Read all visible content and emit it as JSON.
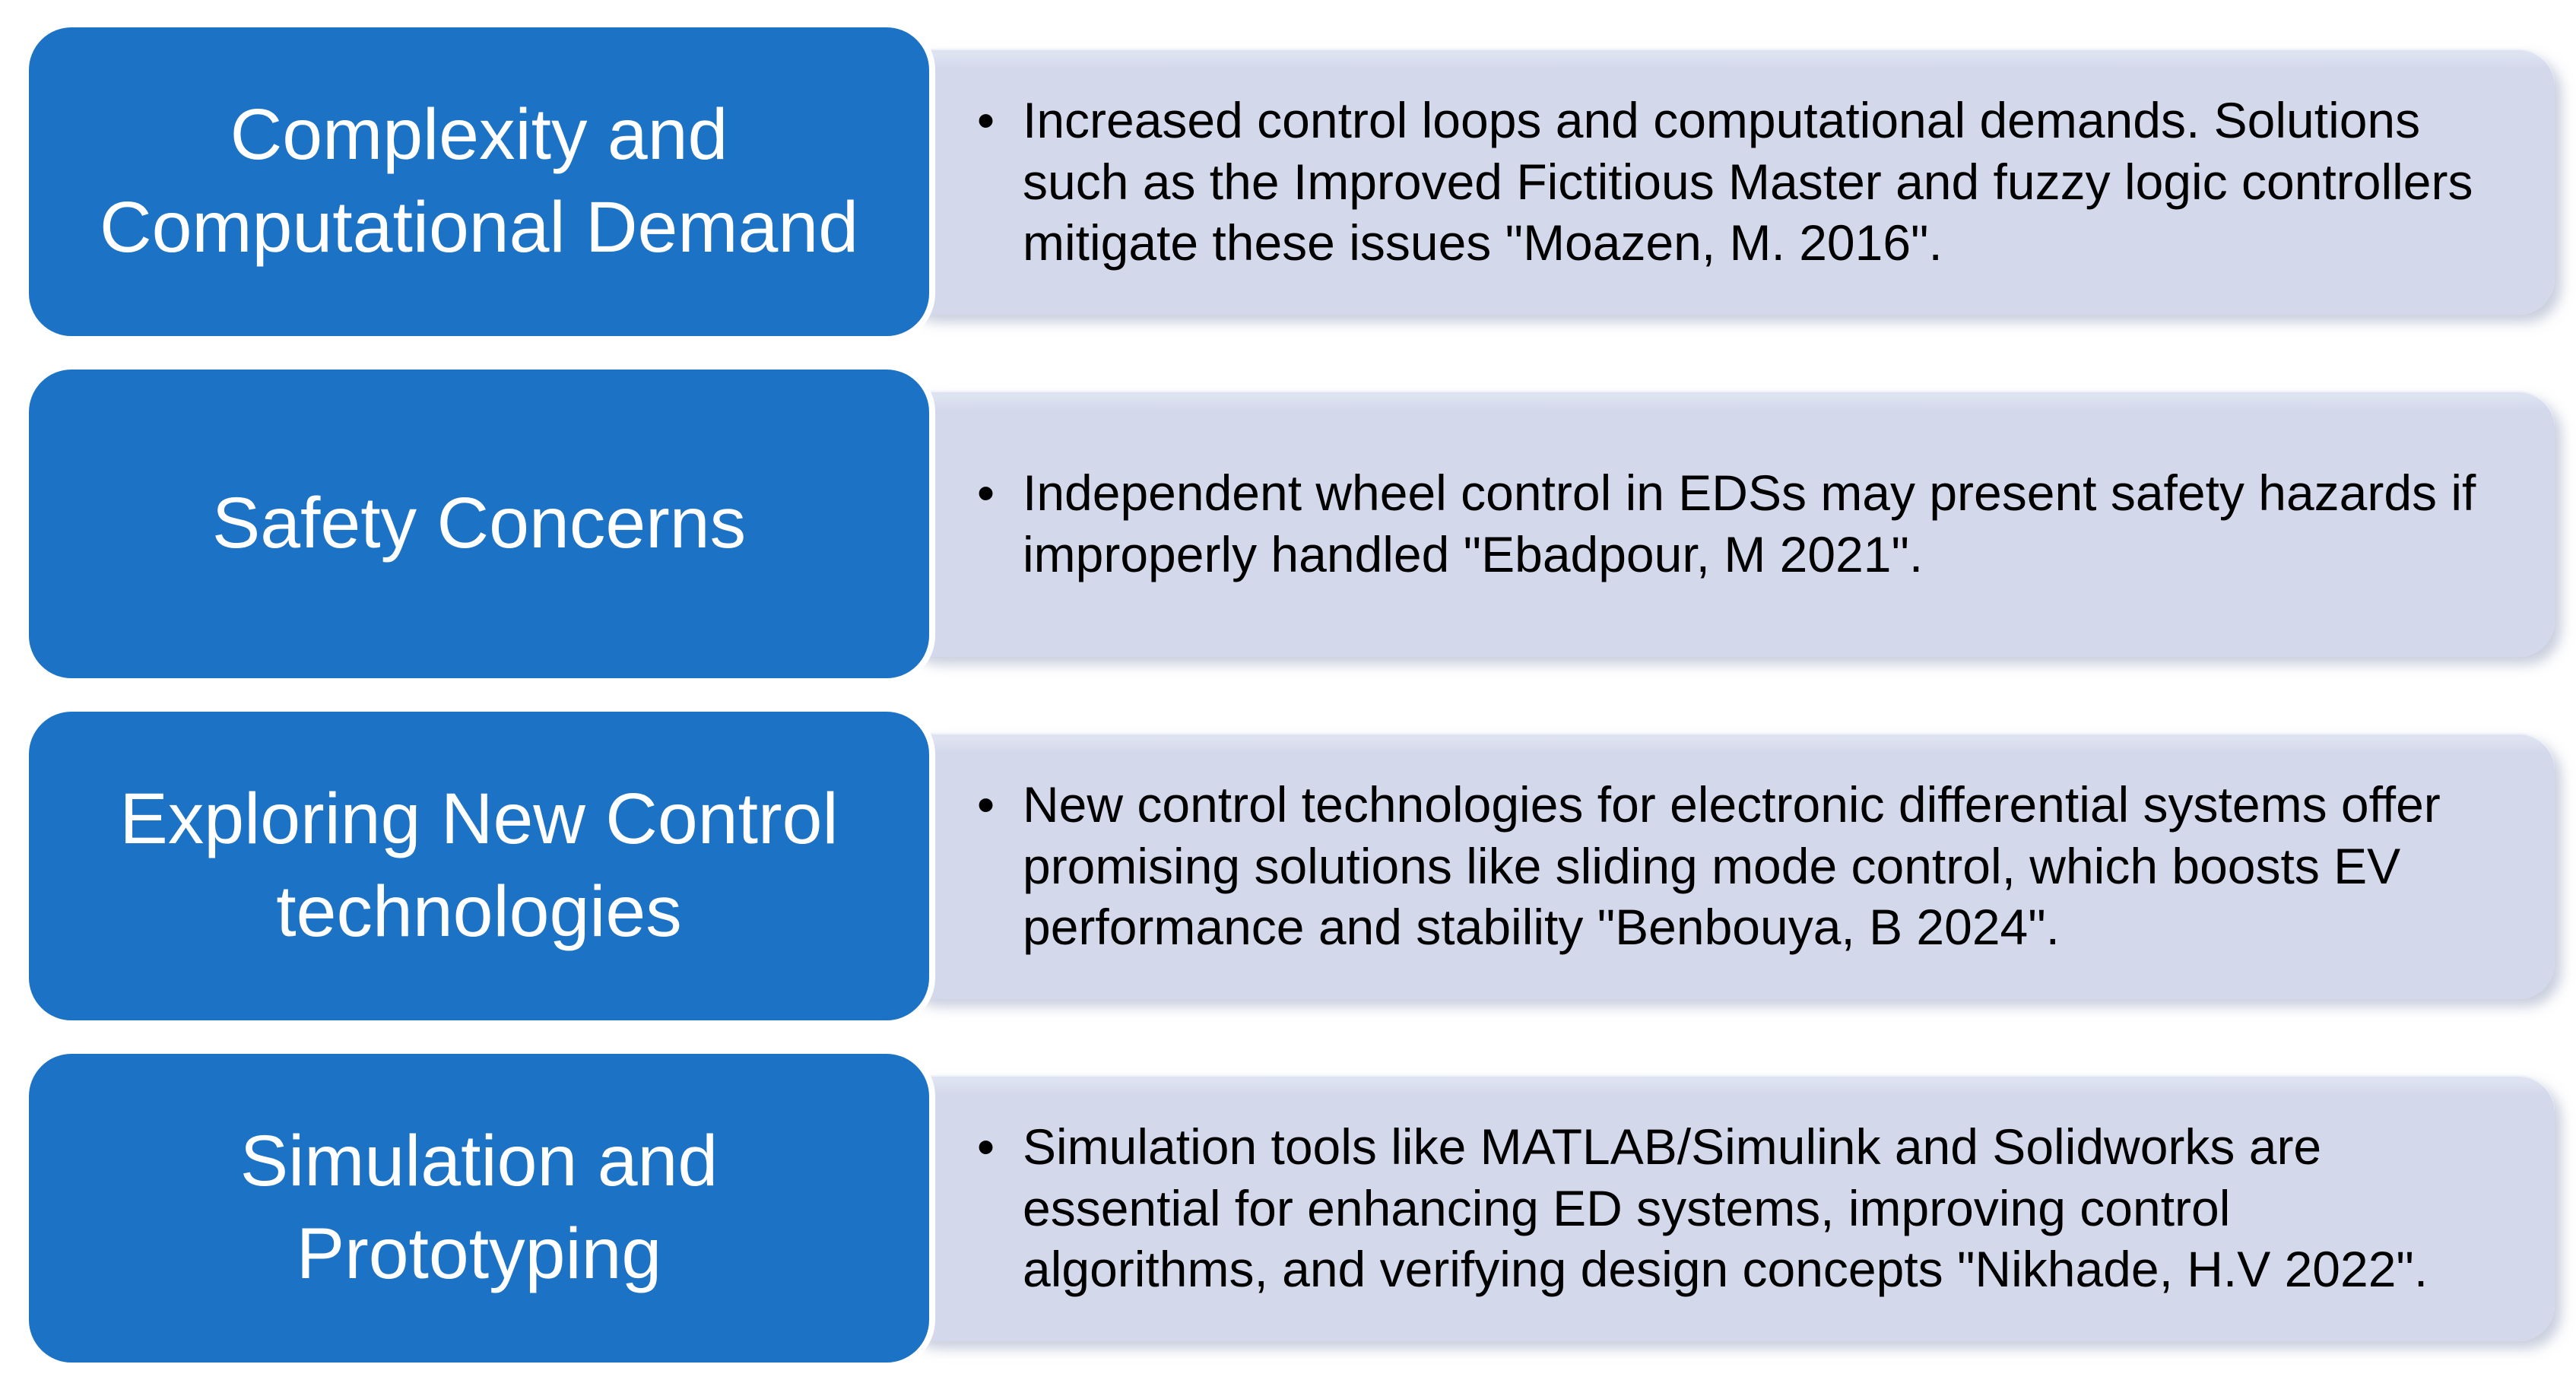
{
  "diagram": {
    "background_color": "#ffffff",
    "accent_blue": "#1c72c4",
    "accent_lavender": "#d3d8eb",
    "title_text_color": "#ffffff",
    "body_text_color": "#000000",
    "bullet_glyph": "•",
    "rows": [
      {
        "title": "Complexity and Computational Demand",
        "bullet": "Increased control loops and computational demands. Solutions such as the Improved Fictitious Master and fuzzy logic controllers mitigate these issues \"Moazen, M. 2016\"."
      },
      {
        "title": "Safety Concerns",
        "bullet": "Independent wheel control in EDSs may present safety hazards if improperly handled \"Ebadpour, M 2021\"."
      },
      {
        "title": "Exploring New Control technologies",
        "bullet": "New control technologies for electronic differential systems offer promising solutions like sliding mode control, which boosts EV performance and stability \"Benbouya, B 2024\"."
      },
      {
        "title": "Simulation and Prototyping",
        "bullet": "Simulation tools like MATLAB/Simulink and Solidworks are essential for enhancing ED systems, improving control algorithms, and verifying design concepts \"Nikhade, H.V 2022\"."
      }
    ]
  }
}
